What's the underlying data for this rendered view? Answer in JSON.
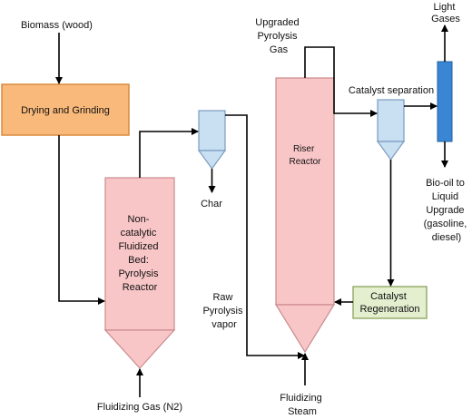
{
  "labels": {
    "biomass": "Biomass (wood)",
    "drying": "Drying and Grinding",
    "fluid_bed": [
      "Non-",
      "catalytic",
      "Fluidized",
      "Bed:",
      "Pyrolysis",
      "Reactor"
    ],
    "fluidizing_gas": "Fluidizing Gas (N2)",
    "char": "Char",
    "raw_vapor": [
      "Raw",
      "Pyrolysis",
      "vapor"
    ],
    "upgraded_gas": [
      "Upgraded",
      "Pyrolysis",
      "Gas"
    ],
    "riser": [
      "Riser",
      "Reactor"
    ],
    "fluidizing_steam": [
      "Fluidizing",
      "Steam"
    ],
    "catalyst_separation": "Catalyst separation",
    "light_gases": [
      "Light",
      "Gases"
    ],
    "bio_oil": [
      "Bio-oil to",
      "Liquid",
      "Upgrade",
      "(gasoline,",
      "diesel)"
    ],
    "catalyst_regeneration": [
      "Catalyst",
      "Regeneration"
    ]
  },
  "colors": {
    "drying_fill": "#f9b97a",
    "drying_stroke": "#d98a3d",
    "reactor_fill": "#f9c6c8",
    "reactor_stroke": "#c98b8d",
    "cyclone_fill": "#c9dff2",
    "cyclone_stroke": "#7a9cc0",
    "column_fill": "#3a86d4",
    "column_stroke": "#1f5f9f",
    "regen_fill": "#e3efcf",
    "regen_stroke": "#8aa25a"
  }
}
